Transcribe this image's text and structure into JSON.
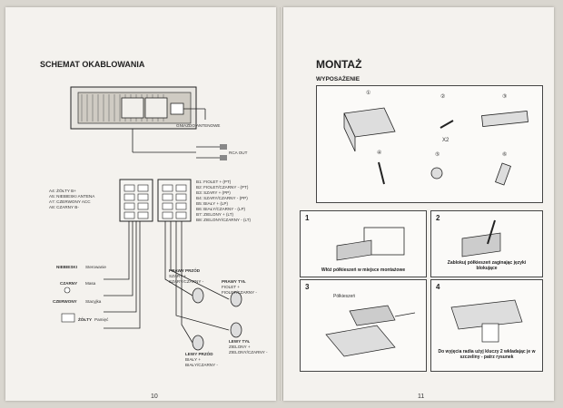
{
  "left": {
    "title": "SCHEMAT OKABLOWANIA",
    "antenna_label": "GNIAZDO ANTENOWE",
    "rca_label": "RCA OUT",
    "connector_a": [
      "A4: ŻÓŁTY  B+",
      "A5: NIEBIESKI ANTENA",
      "A7: CZERWONY  ACC",
      "A8: CZARNY  B-"
    ],
    "connector_b": [
      "B1: FIOLET     + (PT)",
      "B2: FIOLET/CZARNY  - (PT)",
      "B3: SZARY     + (PP)",
      "B4: SZARY/CZARNY  - (PP)",
      "B5: BIAŁY     + (LP)",
      "B6: BIAŁY/CZARNY  - (LP)",
      "B7: ZIELONY  + (LT)",
      "B8: ZIELONY/CZARNY  - (LT)"
    ],
    "wires": [
      {
        "name": "NIEBIESKI",
        "desc": "Sterowanie"
      },
      {
        "name": "CZARNY",
        "desc": "Masa"
      },
      {
        "name": "CZERWONY",
        "desc": "Stacyjka"
      },
      {
        "name": "ŻÓŁTY",
        "desc": "Pamięć"
      }
    ],
    "speakers": [
      {
        "title": "PRAWY PRZÓD",
        "lines": [
          "SZARY  +",
          "SZARY/CZARNY -"
        ]
      },
      {
        "title": "PRAWY TYŁ",
        "lines": [
          "FIOLET  +",
          "FIOLET/CZARNY -"
        ]
      },
      {
        "title": "LEWY TYŁ",
        "lines": [
          "ZIELONY  +",
          "ZIELONY/CZARNY -"
        ]
      },
      {
        "title": "LEWY PRZÓD",
        "lines": [
          "BIAŁY  +",
          "BIAŁY/CZARNY -"
        ]
      }
    ],
    "page_number": "10"
  },
  "right": {
    "title": "MONTAŻ",
    "subtitle": "WYPOSAŻENIE",
    "parts": [
      "①",
      "②",
      "③",
      "④",
      "⑤",
      "⑥"
    ],
    "x2_label": "X2",
    "steps": [
      {
        "number": "1",
        "caption": "Włóż półkieszeń w miejsce montażowe"
      },
      {
        "number": "2",
        "caption": "Zablokuj półkieszeń zaginając języki blokujące"
      },
      {
        "number": "3",
        "caption": "",
        "label": "Półkieszeń"
      },
      {
        "number": "4",
        "caption": "Do wyjęcia radia użyj kluczy 2 wkładając je w szczeliny - patrz rysunek"
      }
    ],
    "page_number": "11"
  }
}
